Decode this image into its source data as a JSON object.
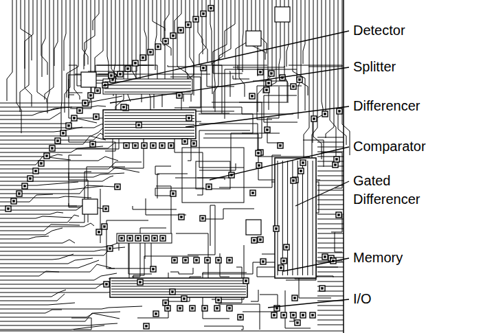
{
  "diagram": {
    "labels": [
      "Detector",
      "Splitter",
      "Differencer",
      "Comparator",
      "Gated Differencer",
      "Memory",
      "I/O"
    ]
  }
}
